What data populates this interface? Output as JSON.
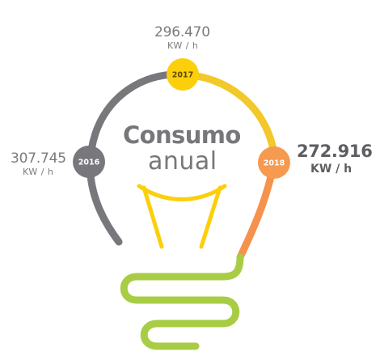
{
  "title": {
    "line1": "Consumo",
    "line2": "anual"
  },
  "points": [
    {
      "year": "2016",
      "value": "307.745",
      "unit": "KW / h",
      "color": "#78787c"
    },
    {
      "year": "2017",
      "value": "296.470",
      "unit": "KW / h",
      "color": "#fccf0a"
    },
    {
      "year": "2018",
      "value": "272.916",
      "unit": "KW / h",
      "color": "#f69a4f"
    }
  ],
  "colors": {
    "arc_gray": "#78787c",
    "arc_yellow": "#f2c82a",
    "arc_orange": "#f6924d",
    "filament": "#fccf0a",
    "base_green": "#a8cd45",
    "node_label": "#ffffff"
  }
}
